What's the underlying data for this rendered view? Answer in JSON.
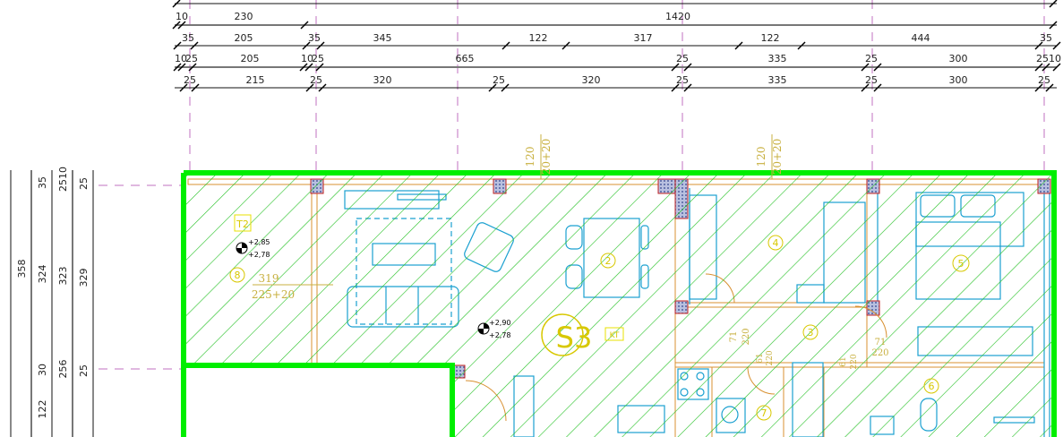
{
  "dimensions_top": {
    "row1": [
      "10",
      "230",
      "1420"
    ],
    "row2": [
      "35",
      "205",
      "35",
      "345",
      "122",
      "317",
      "122",
      "444",
      "35"
    ],
    "row3": [
      "10",
      "25",
      "205",
      "10",
      "25",
      "665",
      "25",
      "335",
      "25",
      "300",
      "25",
      "10"
    ],
    "row4": [
      "25",
      "215",
      "25",
      "320",
      "25",
      "320",
      "25",
      "335",
      "25",
      "300",
      "25"
    ]
  },
  "dimensions_left": {
    "col1": [
      "358"
    ],
    "col2": [
      "35",
      "324",
      "30",
      "122"
    ],
    "col3": [
      "2510",
      "323",
      "256"
    ],
    "col4": [
      "25",
      "329",
      "25"
    ]
  },
  "rooms": {
    "unit_label": "S3",
    "terrace_tag": "T2",
    "kitchen_tag": "KT",
    "numbers": [
      "2",
      "3",
      "4",
      "5",
      "6",
      "7",
      "8"
    ]
  },
  "openings": {
    "window_1": {
      "w": "120",
      "h": "20+20"
    },
    "window_2": {
      "w": "120",
      "h": "20+20"
    },
    "terrace_door": {
      "w": "319",
      "h": "225+20"
    },
    "door_4": {
      "w": "71",
      "h": "220"
    },
    "door_5": {
      "w": "71",
      "h": "220"
    },
    "door_7": {
      "w": "61",
      "h": "220"
    },
    "door_6": {
      "w": "61",
      "h": "220"
    }
  },
  "elevations": [
    {
      "top": "+2,85",
      "bottom": "+2,78"
    },
    {
      "top": "+2,90",
      "bottom": "+2,78"
    }
  ],
  "colors": {
    "outline": "#00ee00",
    "hatch": "#22c022",
    "furniture": "#1aa0d0",
    "walls": "#d89030"
  }
}
